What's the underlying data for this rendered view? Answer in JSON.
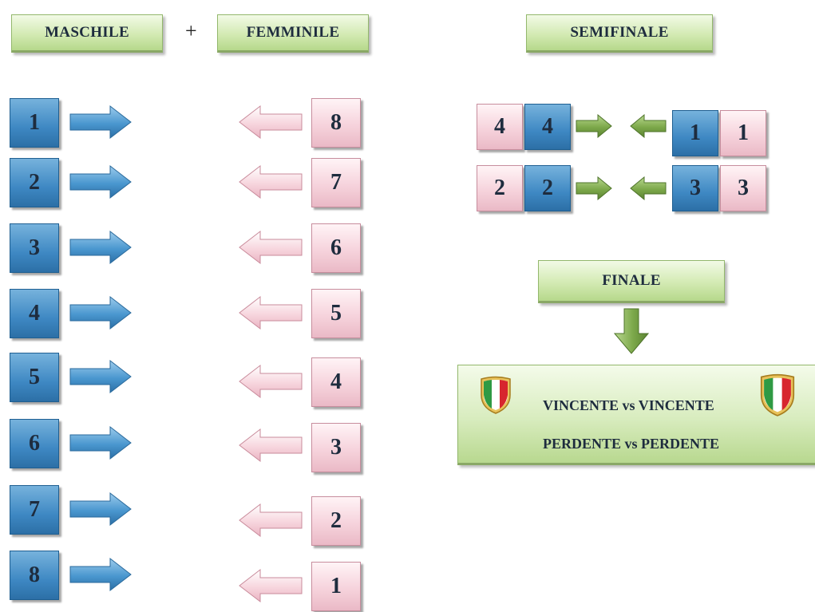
{
  "headers": {
    "maschile": "MASCHILE",
    "plus": "+",
    "femminile": "FEMMINILE",
    "semifinale": "SEMIFINALE",
    "finale": "FINALE"
  },
  "male_column": [
    "1",
    "2",
    "3",
    "4",
    "5",
    "6",
    "7",
    "8"
  ],
  "female_column": [
    "8",
    "7",
    "6",
    "5",
    "4",
    "3",
    "2",
    "1"
  ],
  "semifinal": {
    "row1": {
      "left_pink": "4",
      "left_blue": "4",
      "right_blue": "1",
      "right_pink": "1"
    },
    "row2": {
      "left_pink": "2",
      "left_blue": "2",
      "right_blue": "3",
      "right_pink": "3"
    }
  },
  "final": {
    "line1": "VINCENTE vs VINCENTE",
    "line2": "PERDENTE vs PERDENTE"
  },
  "colors": {
    "blue_box": "#3e88c3",
    "pink_box": "#f6d3dc",
    "header_green": "#d3eab3",
    "arrow_green": "#6f9a3f",
    "arrow_blue": "#4a97cf",
    "arrow_pink": "#f4c9d3"
  },
  "icons": {
    "shield": "italian-tricolor-shield-icon",
    "arrow_right_blue": "arrow-right-icon",
    "arrow_left_pink": "arrow-left-icon",
    "arrow_down_green": "arrow-down-icon"
  }
}
